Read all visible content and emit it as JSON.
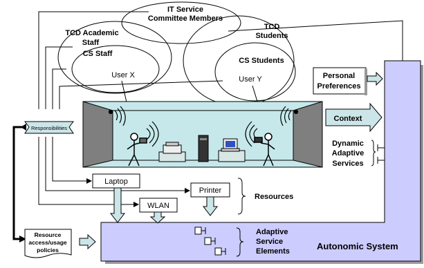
{
  "groups": {
    "it_service": [
      "IT Service",
      "Committee Members"
    ],
    "tcd_academic": [
      "TCD Academic",
      "Staff"
    ],
    "cs_staff": "CS Staff",
    "tcd_students": [
      "TCD",
      "Students"
    ],
    "cs_students": "CS Students",
    "user_x": "User X",
    "user_y": "User Y"
  },
  "boxes": {
    "responsibilities": "Responsibilities",
    "personal_preferences": [
      "Personal",
      "Preferences"
    ],
    "context": "Context",
    "laptop": "Laptop",
    "printer": "Printer",
    "wlan": "WLAN",
    "policies": [
      "Resource",
      "access/usage",
      "policies"
    ]
  },
  "labels": {
    "dynamic_services": [
      "Dynamic",
      "Adaptive",
      "Services"
    ],
    "resources": "Resources",
    "adaptive_elements": [
      "Adaptive",
      "Service",
      "Elements"
    ],
    "autonomic_system": "Autonomic System"
  },
  "colors": {
    "autonomic_fill": "#ccccff",
    "arrow_fill": "#cce5e8",
    "room_fill": "#c6e8ea",
    "wall_dark": "#7f7f7f"
  }
}
